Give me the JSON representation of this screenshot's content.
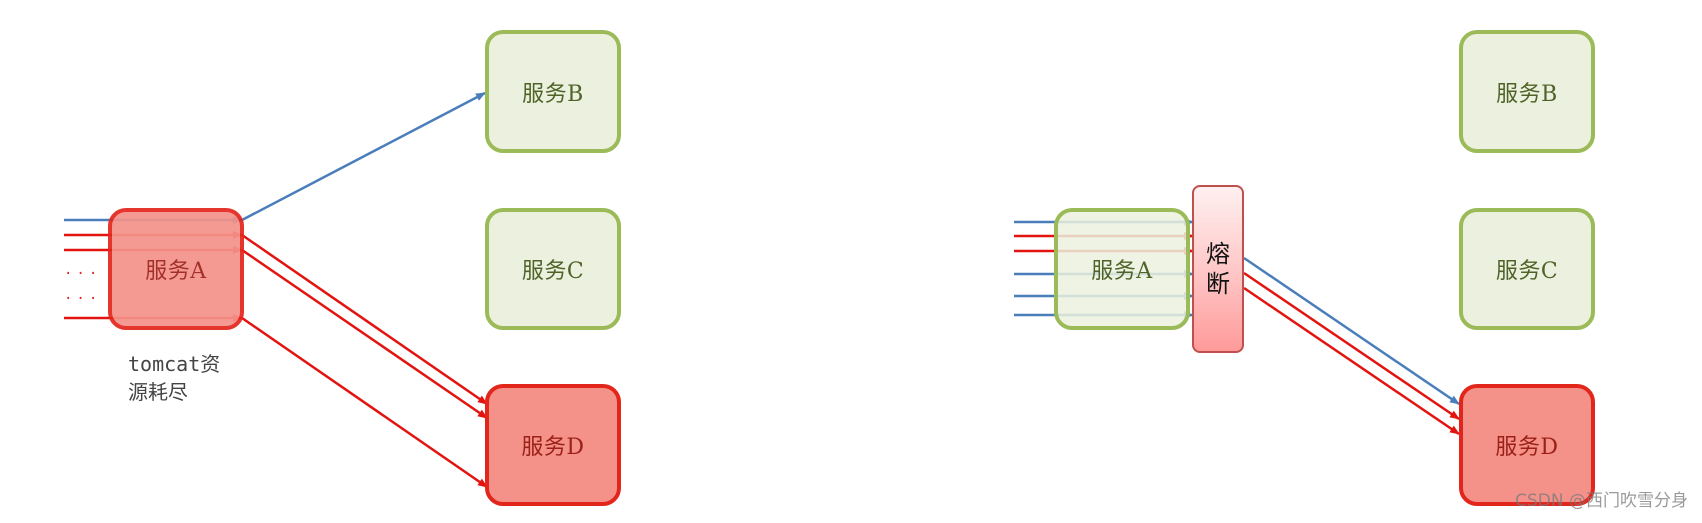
{
  "left": {
    "service_a": "服务A",
    "service_b": "服务B",
    "service_c": "服务C",
    "service_d": "服务D",
    "note": "tomcat资源耗尽",
    "ellipsis": "..."
  },
  "right": {
    "service_a": "服务A",
    "service_b": "服务B",
    "service_c": "服务C",
    "service_d": "服务D",
    "breaker": "熔断"
  },
  "watermark": "CSDN @西门吹雪分身",
  "colors": {
    "healthy_fill": "#ebf1de",
    "healthy_border": "#9bbb59",
    "failed_fill": "#f4928a",
    "failed_border": "#e3261c",
    "request_blue": "#4a7ebb",
    "request_red": "#e3140f",
    "breaker_border": "#c0504d"
  }
}
